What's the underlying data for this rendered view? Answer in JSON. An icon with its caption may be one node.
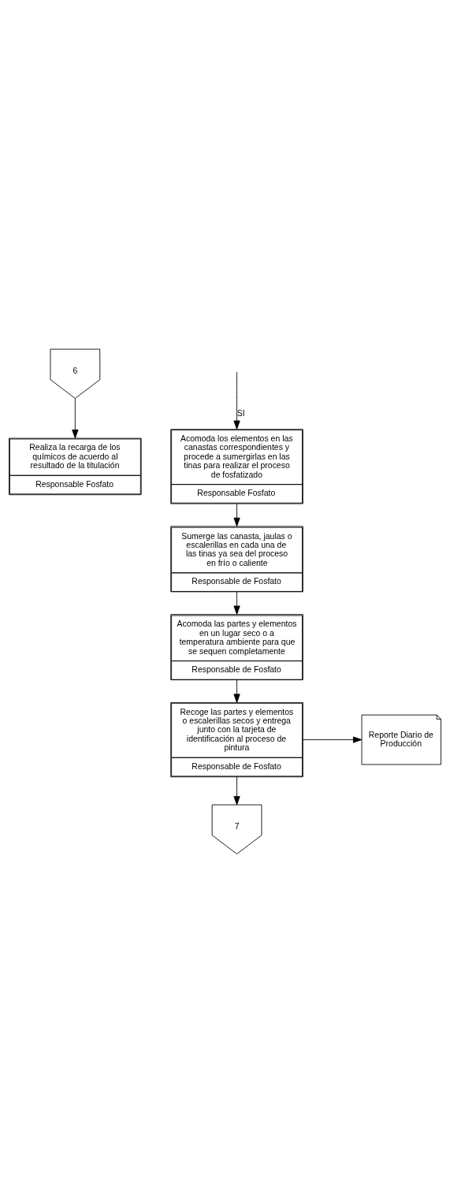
{
  "diagram": {
    "nodes": [
      {
        "text": [
          "6"
        ]
      },
      {
        "text": [
          "Realiza la recarga de los químicos de acuerdo al resultado de la titulación",
          "Responsable Fosfato"
        ]
      },
      {
        "text": [
          "Acomoda los elementos en las canastas correspondientes y procede a sumergirlas en las tinas para realizar el proceso de fosfatizado",
          "Responsable Fosfato"
        ]
      },
      {
        "text": [
          "Sumerge las canasta, jaulas o escalerillas en cada una de las tinas ya sea del proceso en frío o caliente",
          "Responsable de Fosfato"
        ]
      },
      {
        "text": [
          "Acomoda las partes y elementos en un lugar seco o a temperatura ambiente para que se sequen completamente",
          "Responsable de Fosfato"
        ]
      },
      {
        "text": [
          "Recoge las partes y elementos o escalerillas secos y entrega junto con la tarjeta de identificación al proceso de pintura",
          "Responsable de Fosfato"
        ]
      },
      {
        "text": [
          "Reporte Diario de Producción"
        ]
      },
      {
        "text": [
          "7"
        ]
      }
    ],
    "edges": [
      {
        "from": 0,
        "to": 1,
        "arrow": "to"
      },
      {
        "from": null,
        "to": 2,
        "arrow": "to",
        "label": "SI"
      },
      {
        "from": 2,
        "to": 3,
        "arrow": "to"
      },
      {
        "from": 3,
        "to": 4,
        "arrow": "to"
      },
      {
        "from": 4,
        "to": 5,
        "arrow": "to"
      },
      {
        "from": 5,
        "to": 6,
        "arrow": "to"
      },
      {
        "from": 5,
        "to": 7,
        "arrow": "to"
      }
    ]
  }
}
